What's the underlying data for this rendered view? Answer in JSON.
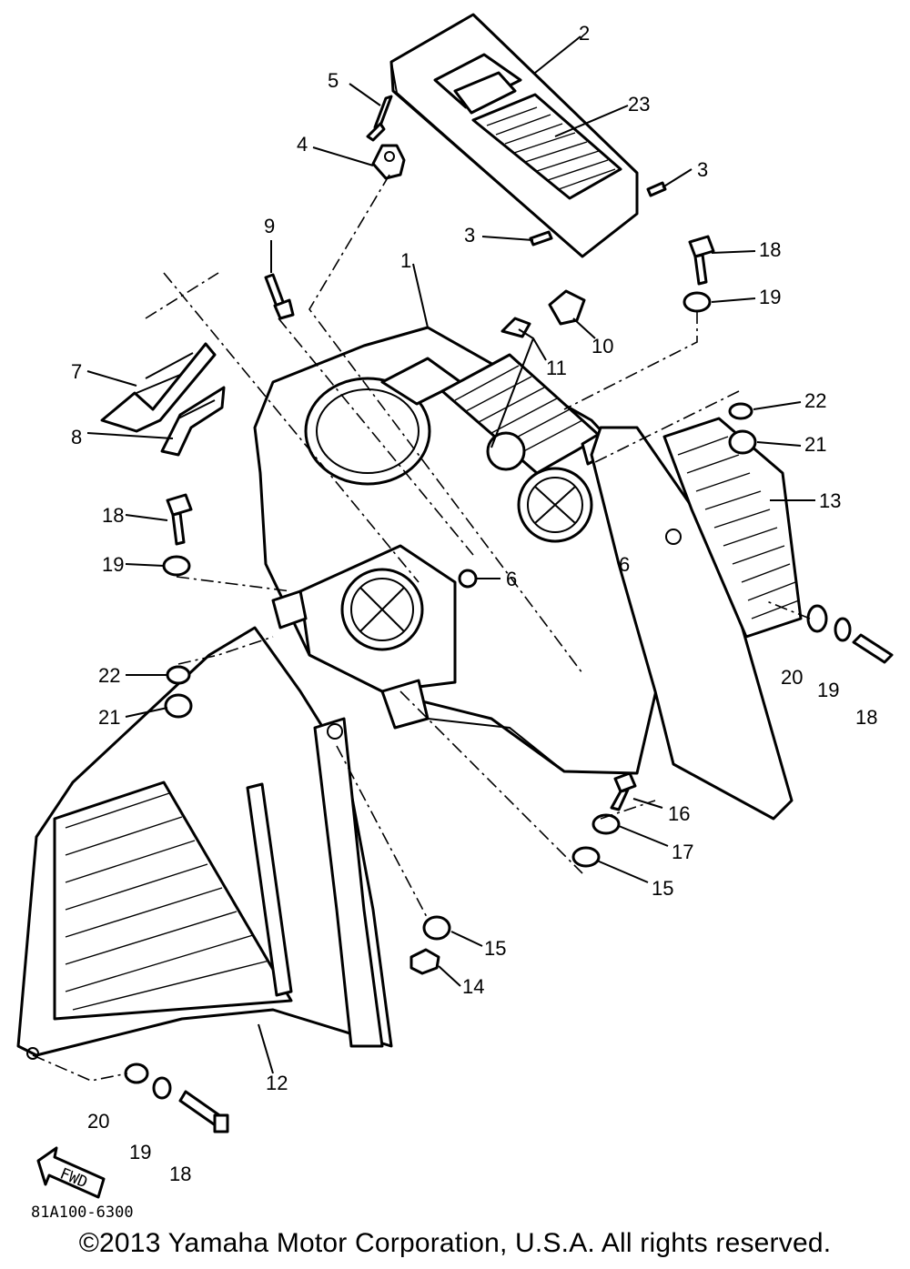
{
  "diagram_code": "81A100-6300",
  "fwd_label": "FWD",
  "copyright": "©2013 Yamaha Motor Corporation, U.S.A. All rights reserved.",
  "callouts": {
    "c1": "1",
    "c2": "2",
    "c3a": "3",
    "c3b": "3",
    "c4": "4",
    "c5": "5",
    "c6a": "6",
    "c6b": "6",
    "c7": "7",
    "c8": "8",
    "c9": "9",
    "c10": "10",
    "c11": "11",
    "c12": "12",
    "c13": "13",
    "c14": "14",
    "c15a": "15",
    "c15b": "15",
    "c16": "16",
    "c17": "17",
    "c18a": "18",
    "c18b": "18",
    "c18c": "18",
    "c18d": "18",
    "c19a": "19",
    "c19b": "19",
    "c19c": "19",
    "c19d": "19",
    "c20a": "20",
    "c20b": "20",
    "c21a": "21",
    "c21b": "21",
    "c22a": "22",
    "c22b": "22",
    "c23": "23"
  }
}
